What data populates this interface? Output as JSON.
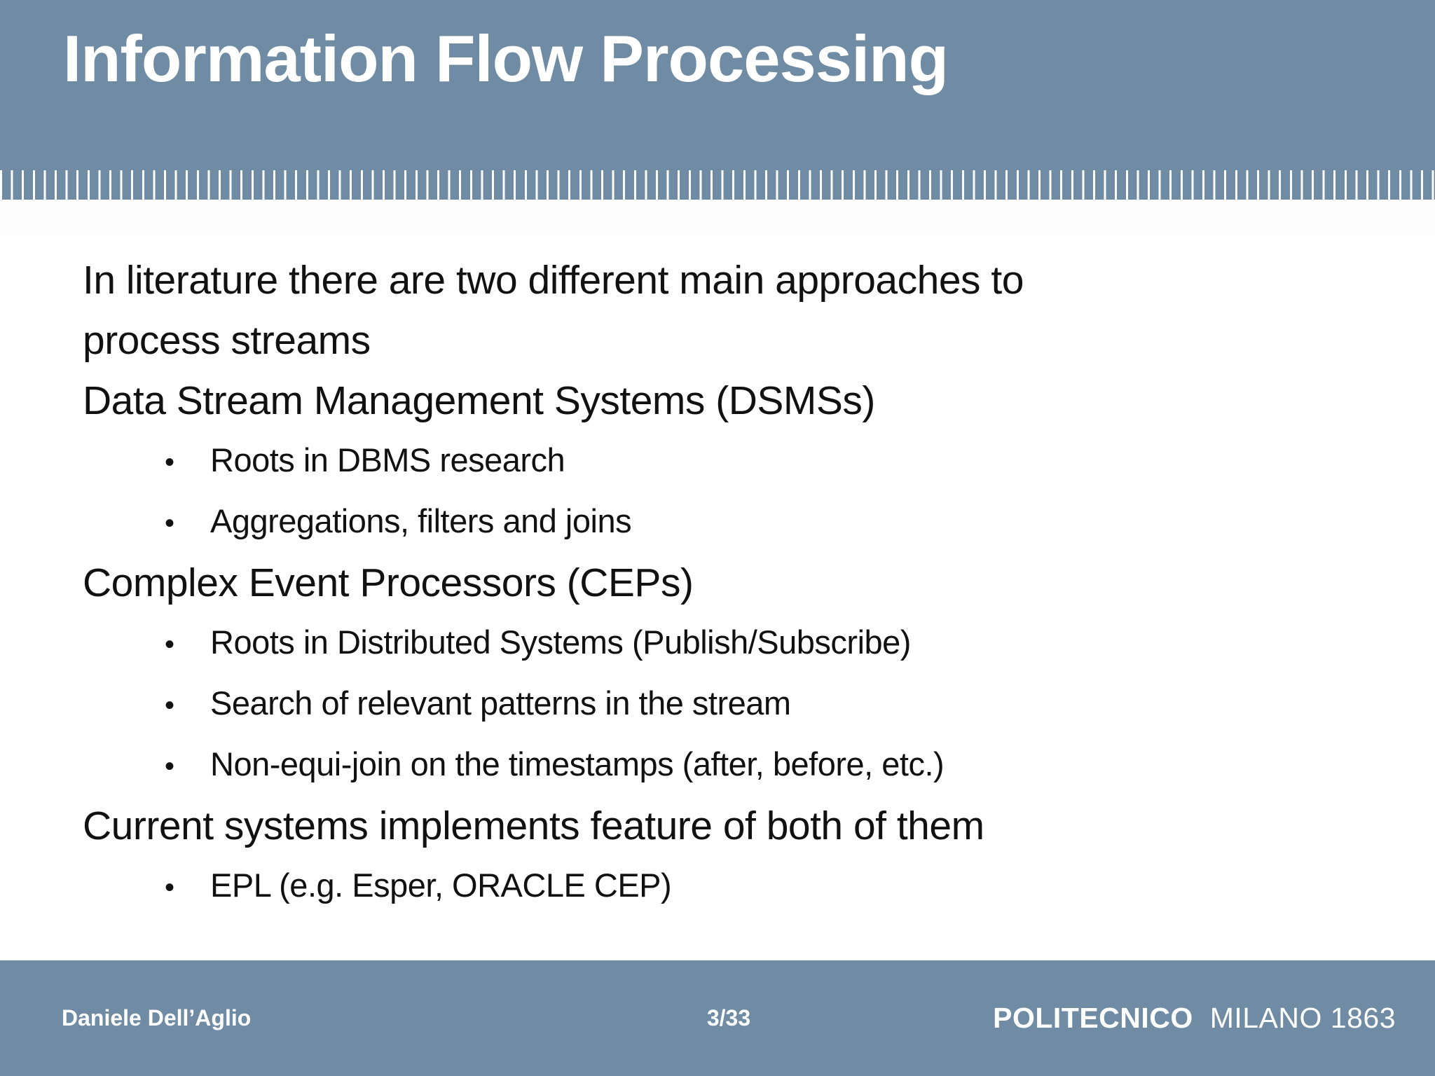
{
  "slide": {
    "title": "Information Flow Processing",
    "content": {
      "bullet_char": "•",
      "blocks": [
        {
          "type": "para",
          "text": "In literature there are two different main approaches to\nprocess streams"
        },
        {
          "type": "heading",
          "text": "Data Stream Management Systems (DSMSs)"
        },
        {
          "type": "bullet",
          "text": "Roots in DBMS research"
        },
        {
          "type": "bullet",
          "text": "Aggregations, filters and joins"
        },
        {
          "type": "heading",
          "text": "Complex Event Processors (CEPs)"
        },
        {
          "type": "bullet",
          "text": "Roots in Distributed Systems (Publish/Subscribe)"
        },
        {
          "type": "bullet",
          "text": "Search of relevant patterns in the stream"
        },
        {
          "type": "bullet",
          "text": "Non-equi-join on the timestamps (after, before, etc.)"
        },
        {
          "type": "heading",
          "text": "Current systems implements feature of both of them"
        },
        {
          "type": "bullet",
          "text": "EPL (e.g. Esper, ORACLE CEP)"
        }
      ]
    },
    "footer": {
      "author": "Daniele Dell’Aglio",
      "page": "3/33",
      "logo_primary": "POLITECNICO",
      "logo_secondary": "MILANO 1863"
    },
    "colors": {
      "accent_blue": "#6F8CA4",
      "text": "#111111",
      "tick_white": "#FFFFFF"
    }
  }
}
